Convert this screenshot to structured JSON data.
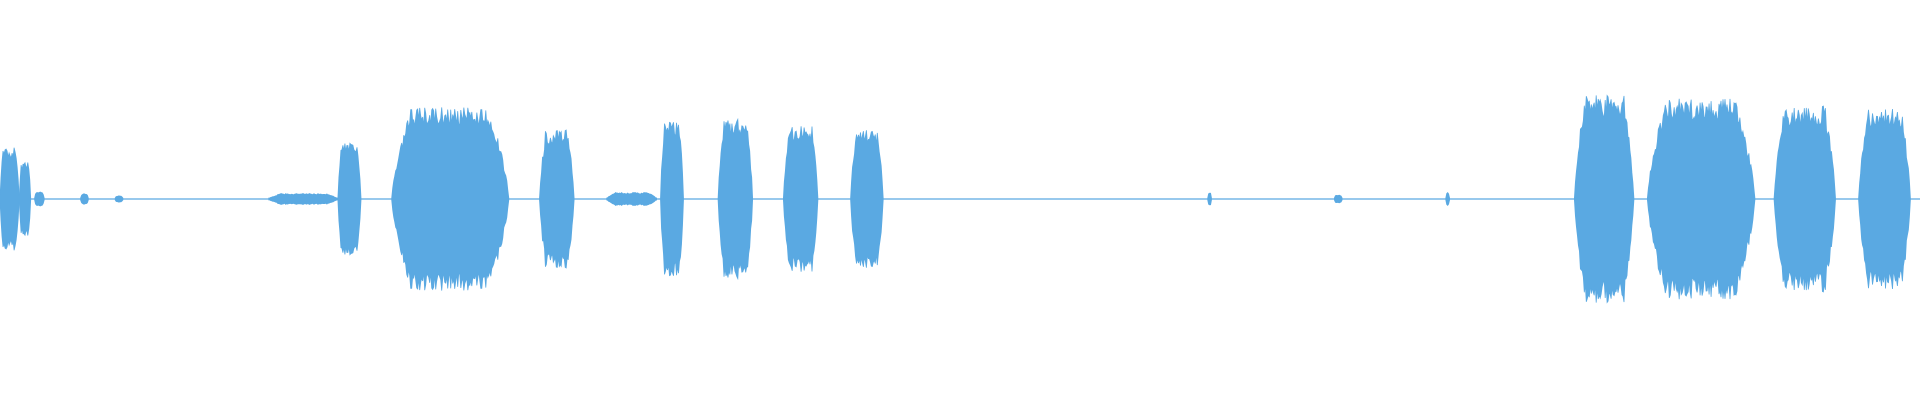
{
  "waveform": {
    "color": "#5aa9e2",
    "baseline_color": "#5aa9e2",
    "segments": [
      {
        "start": 0.0,
        "end": 0.01,
        "level": 0.48
      },
      {
        "start": 0.01,
        "end": 0.016,
        "level": 0.34
      },
      {
        "start": 0.018,
        "end": 0.023,
        "level": 0.07
      },
      {
        "start": 0.042,
        "end": 0.046,
        "level": 0.05
      },
      {
        "start": 0.06,
        "end": 0.064,
        "level": 0.03
      },
      {
        "start": 0.14,
        "end": 0.176,
        "level": 0.05
      },
      {
        "start": 0.176,
        "end": 0.188,
        "level": 0.55
      },
      {
        "start": 0.204,
        "end": 0.265,
        "level": 0.85
      },
      {
        "start": 0.281,
        "end": 0.299,
        "level": 0.64
      },
      {
        "start": 0.316,
        "end": 0.342,
        "level": 0.06
      },
      {
        "start": 0.344,
        "end": 0.356,
        "level": 0.72
      },
      {
        "start": 0.374,
        "end": 0.392,
        "level": 0.74
      },
      {
        "start": 0.408,
        "end": 0.426,
        "level": 0.68
      },
      {
        "start": 0.443,
        "end": 0.46,
        "level": 0.64
      },
      {
        "start": 0.629,
        "end": 0.631,
        "level": 0.06
      },
      {
        "start": 0.695,
        "end": 0.699,
        "level": 0.04
      },
      {
        "start": 0.753,
        "end": 0.755,
        "level": 0.06
      },
      {
        "start": 0.82,
        "end": 0.851,
        "level": 0.96
      },
      {
        "start": 0.858,
        "end": 0.914,
        "level": 0.93
      },
      {
        "start": 0.924,
        "end": 0.956,
        "level": 0.86
      },
      {
        "start": 0.968,
        "end": 0.995,
        "level": 0.84
      }
    ]
  }
}
